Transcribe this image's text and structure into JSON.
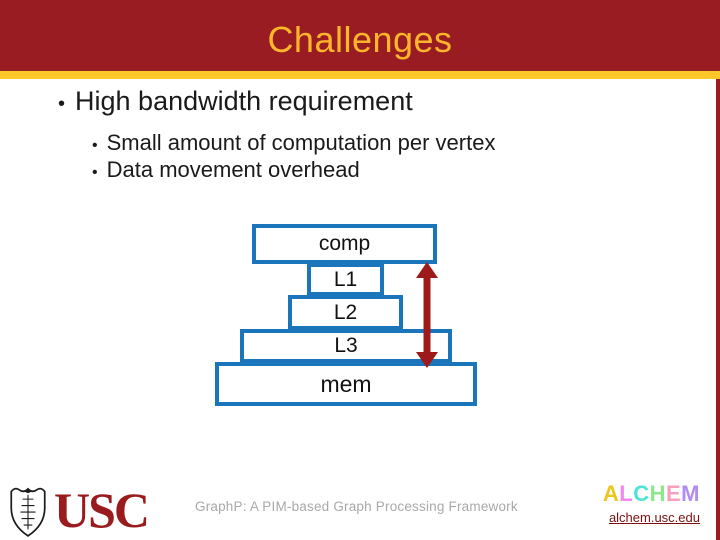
{
  "slide_title": "Challenges",
  "bullets": {
    "marker": "•",
    "items": [
      {
        "level": 1,
        "text": "High bandwidth requirement"
      },
      {
        "level": 2,
        "text": "Small amount of computation per vertex"
      },
      {
        "level": 2,
        "text": "Data movement overhead"
      }
    ]
  },
  "diagram": {
    "type": "memory-hierarchy-stack",
    "boxes": [
      {
        "label": "comp"
      },
      {
        "label": "L1"
      },
      {
        "label": "L2"
      },
      {
        "label": "L3"
      },
      {
        "label": "mem"
      }
    ],
    "arrow": {
      "description": "vertical double-headed arrow between comp and mem",
      "color": "#9E1A1A"
    },
    "box_border_color": "#1B75BB"
  },
  "footer": {
    "usc_wordmark": "USC",
    "caption": "GraphP: A PIM-based Graph Processing Framework",
    "alchem": {
      "letters": [
        {
          "char": "A",
          "style": "color:#EDC520"
        },
        {
          "char": "L",
          "style": "color:#EE8AEE"
        },
        {
          "char": "C",
          "style": "color:#4FE3D2"
        },
        {
          "char": "H",
          "style": "color:#8BE88B"
        },
        {
          "char": "E",
          "style": "color:#F79FC0"
        },
        {
          "char": "M",
          "style": "color:#B28CF2"
        }
      ],
      "url": "alchem.usc.edu"
    }
  },
  "theme": {
    "header_red": "#9A1C23",
    "gold_bar": "#FFC72A",
    "title_gold": "#FFB62B",
    "usc_cardinal": "#991B1E"
  }
}
